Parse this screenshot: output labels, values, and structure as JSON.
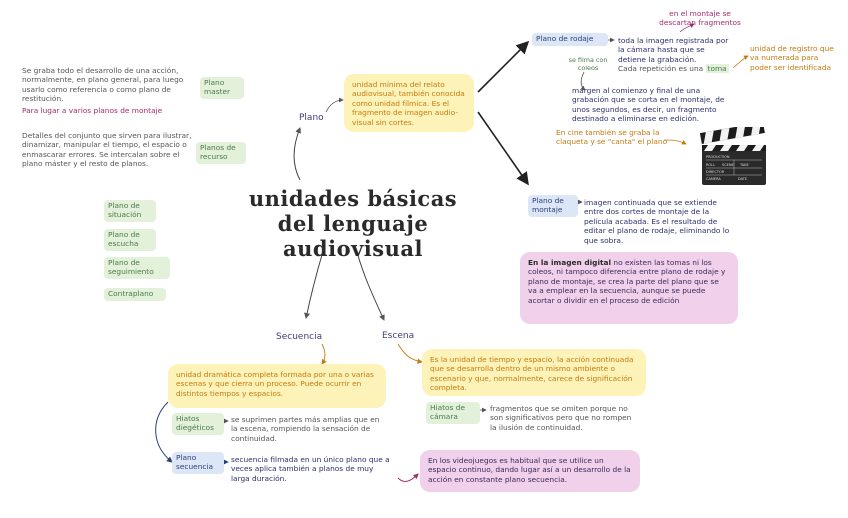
{
  "title": [
    "unidades básicas",
    "del lenguaje audiovisual"
  ],
  "plano": {
    "label": "Plano",
    "definition": "unidad mínima del relato audiovisual, también conocida como unidad fílmica. Es el fragmento de imagen audio-visual sin cortes.",
    "master_tag": "Plano master",
    "master_text": "Se graba todo el desarrollo de una acción, normalmente, en plano general, para luego usarlo como referencia o como plano de restitución.",
    "master_note": "Para lugar a varios planos de montaje",
    "recurso_tag": "Planos de recurso",
    "recurso_text": "Detalles del conjunto que sirven para ilustrar, dinamizar, manipular el tiempo, el espacio o enmascarar errores. Se intercalan sobre el plano máster y el resto de planos.",
    "types": [
      "Plano de situación",
      "Plano de escucha",
      "Plano de seguimiento",
      "Contraplano"
    ]
  },
  "rodaje": {
    "tag": "Plano de rodaje",
    "text": "toda la imagen registrada por la cámara hasta que se detiene la grabación.",
    "text2": "Cada repetición es una",
    "toma": "toma",
    "montaje_note": "en el montaje se descartan fragmentos",
    "registro_note": "unidad de registro que va numerada para poder ser identificada",
    "coleos_note": "se filma con coleos",
    "margen_text": "margen al comienzo y final de una grabación que se corta en el montaje, de unos segundos, es decir, un fragmento destinado a eliminarse en edición.",
    "claqueta_text": "En cine también se graba la claqueta y se \"canta\" el plano",
    "clapper_text": [
      "PRODUCTION",
      "ROLL",
      "SCENE",
      "TAKE",
      "DIRECTOR",
      "CAMERA",
      "DATE"
    ]
  },
  "montaje": {
    "tag": "Plano de montaje",
    "text": "imagen continuada que se extiende entre dos cortes de montaje de la película acabada. Es el resultado de editar el plano de rodaje, eliminando lo que sobra.",
    "digital_lead": "En la imagen digital",
    "digital_text": "no existen las tomas ni los coleos, ni tampoco diferencia entre plano de rodaje y plano de montaje, se crea la parte del plano que se va a emplear en la secuencia, aunque se puede acortar o dividir en el proceso de edición"
  },
  "secuencia": {
    "label": "Secuencia",
    "definition": "unidad dramática completa formada por una o varias escenas y que cierra un proceso. Puede ocurrir en distintos tiempos y espacios.",
    "hiatos_tag": "Hiatos diegéticos",
    "hiatos_text": "se suprimen partes más amplias que en la escena, rompiendo la sensación de continuidad.",
    "plano_sec_tag": "Plano secuencia",
    "plano_sec_text": "secuencia filmada en un único plano que a veces aplica también a planos de muy larga duración."
  },
  "escena": {
    "label": "Escena",
    "definition": "Es la unidad de tiempo y espacio, la acción continuada que se desarrolla dentro de un mismo ambiente o escenario y que, normalmente, carece de significación completa.",
    "hiatos_tag": "Hiatos de cámara",
    "hiatos_text": "fragmentos que se omiten porque no son significativos pero que no rompen la ilusión de continuidad.",
    "videojuegos_text": "En los videojuegos es habitual que se utilice un espacio continuo, dando lugar así a un desarrollo de la acción en constante plano secuencia."
  }
}
